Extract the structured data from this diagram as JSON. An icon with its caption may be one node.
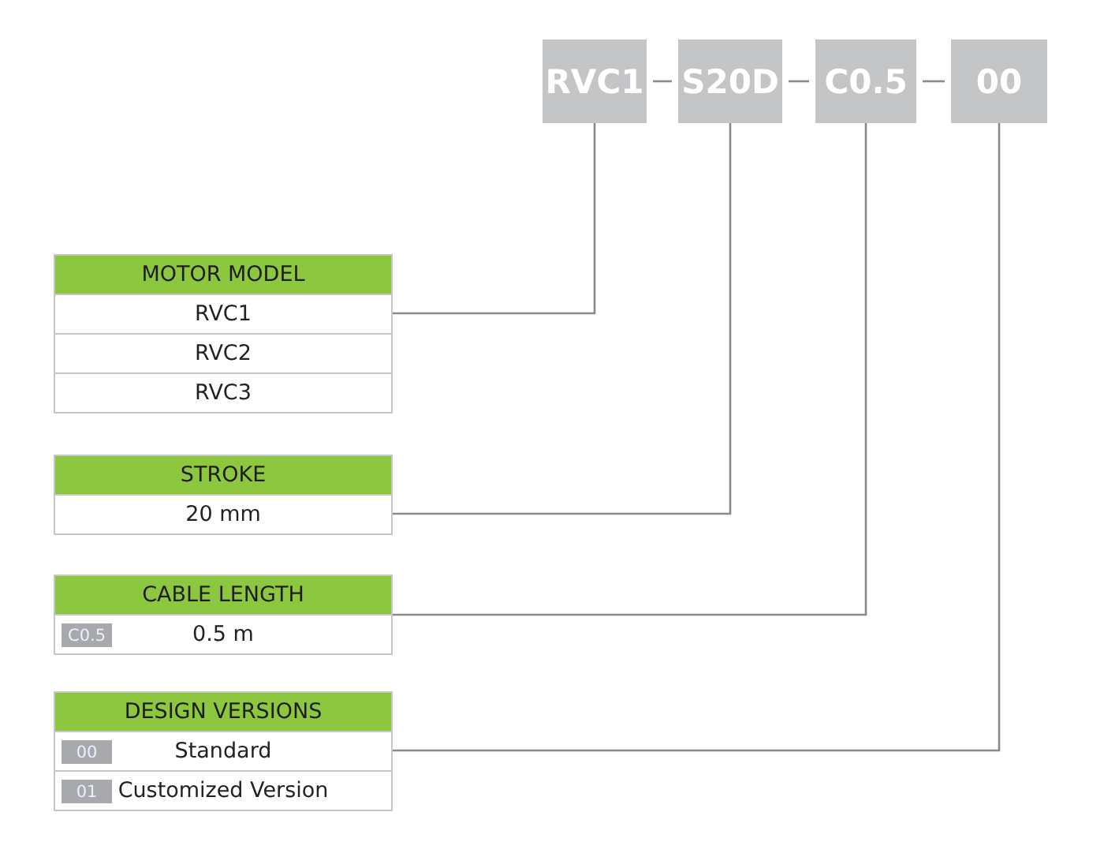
{
  "diagram": {
    "nodes": [
      {
        "text": [
          "RVC1"
        ]
      },
      {
        "text": [
          "S20D"
        ]
      },
      {
        "text": [
          "C0.5"
        ]
      },
      {
        "text": [
          "00"
        ]
      },
      {
        "text": [
          "MOTOR MODEL"
        ]
      },
      {
        "text": [
          "RVC1"
        ],
        "in": 4
      },
      {
        "text": [
          "RVC2"
        ],
        "in": 4
      },
      {
        "text": [
          "RVC3"
        ],
        "in": 4
      },
      {
        "text": [
          "STROKE"
        ]
      },
      {
        "text": [
          "20 mm"
        ],
        "in": 8
      },
      {
        "text": [
          "CABLE LENGTH"
        ]
      },
      {
        "text": [
          "C0.5",
          "0.5 m"
        ],
        "in": 10
      },
      {
        "text": [
          "DESIGN VERSIONS"
        ]
      },
      {
        "text": [
          "00",
          "Standard"
        ],
        "in": 12
      },
      {
        "text": [
          "01",
          "Customized Version"
        ],
        "in": 12
      }
    ],
    "edges": [
      {
        "from": 0,
        "to": 1,
        "arrow": "none"
      },
      {
        "from": 1,
        "to": 2,
        "arrow": "none"
      },
      {
        "from": 2,
        "to": 3,
        "arrow": "none"
      },
      {
        "from": 0,
        "to": 5,
        "arrow": "none"
      },
      {
        "from": 1,
        "to": 9,
        "arrow": "none"
      },
      {
        "from": 2,
        "to": 10,
        "arrow": "none"
      },
      {
        "from": 3,
        "to": 13,
        "arrow": "none"
      }
    ]
  }
}
